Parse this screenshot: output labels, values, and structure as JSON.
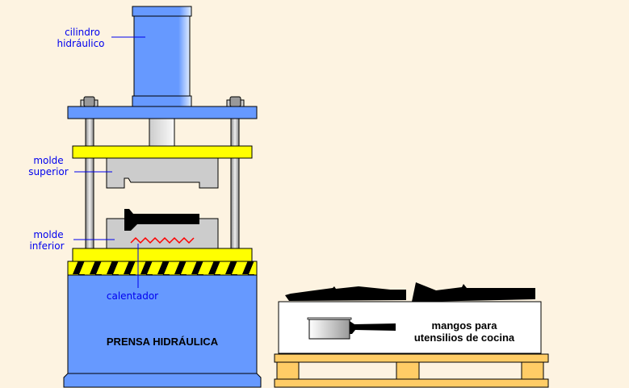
{
  "labels": {
    "cylinder_line1": "cilindro",
    "cylinder_line2": "hidráulico",
    "upper_mold_line1": "molde",
    "upper_mold_line2": "superior",
    "lower_mold_line1": "molde",
    "lower_mold_line2": "inferior",
    "heater": "calentador",
    "press": "PRENSA HIDRÁULICA",
    "product_line1": "mangos para",
    "product_line2": "utensilios de cocina"
  },
  "colors": {
    "background": "#fdf3e1",
    "press_blue": "#6699ff",
    "plate_yellow": "#ffff00",
    "mold_gray": "#cccccc",
    "label_blue": "#0000ee",
    "heater_red": "#ff0000",
    "pallet": "#ffcc66"
  }
}
